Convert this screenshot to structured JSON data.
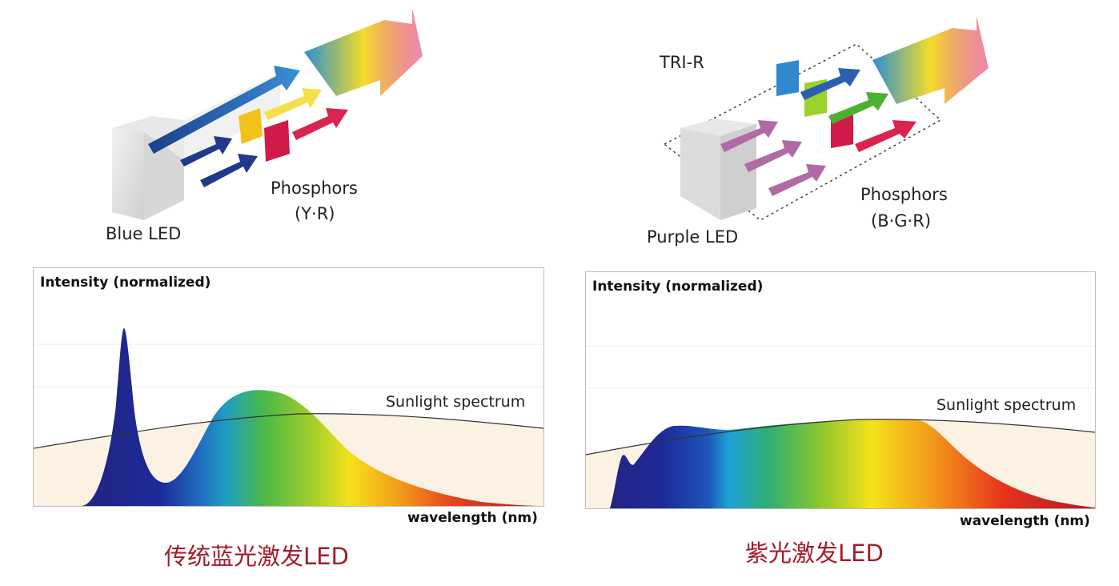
{
  "left": {
    "diagram": {
      "led_label": "Blue LED",
      "phosphor_label": "Phosphors",
      "phosphor_sub": "(Y·R)"
    },
    "plot": {
      "ylabel": "Intensity (normalized)",
      "xlabel": "wavelength (nm)",
      "reference_label": "Sunlight spectrum"
    },
    "caption": "传统蓝光激发LED"
  },
  "right": {
    "diagram": {
      "brand": "TRI-R",
      "led_label": "Purple LED",
      "phosphor_label": "Phosphors",
      "phosphor_sub": "(B·G·R)"
    },
    "plot": {
      "ylabel": "Intensity (normalized)",
      "xlabel": "wavelength (nm)",
      "reference_label": "Sunlight spectrum"
    },
    "caption": "紫光激发LED"
  },
  "colors": {
    "caption": "#a31c2a",
    "blue_arrow": "#1f4fa0",
    "yellow": "#f2d31a",
    "red": "#d2184e",
    "purple_arrow": "#b06aa6",
    "green": "#5fbf2a",
    "sunlight_fill": "#fbf2e4"
  }
}
